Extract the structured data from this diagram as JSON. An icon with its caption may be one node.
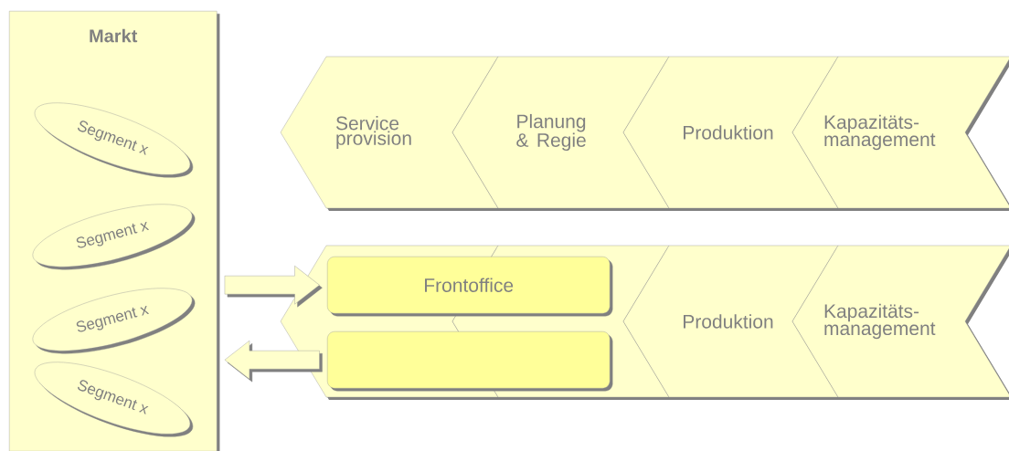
{
  "diagram": {
    "nodes": [
      {
        "text": [
          "Markt"
        ]
      },
      {
        "text": [
          "Segment x"
        ],
        "in": 0
      },
      {
        "text": [
          "Segment x"
        ],
        "in": 0
      },
      {
        "text": [
          "Segment x"
        ],
        "in": 0
      },
      {
        "text": [
          "Segment x"
        ],
        "in": 0
      },
      {
        "text": [
          "Service provision"
        ]
      },
      {
        "text": [
          "Planung & Regie"
        ]
      },
      {
        "text": [
          "Produktion"
        ]
      },
      {
        "text": [
          "Kapazitäts- management"
        ]
      },
      {
        "text": [],
        "shape": "chevron"
      },
      {
        "text": [],
        "shape": "chevron"
      },
      {
        "text": [
          "Produktion"
        ]
      },
      {
        "text": [
          "Kapazitäts- management"
        ]
      },
      {
        "text": [
          "Frontoffice"
        ]
      },
      {
        "text": [],
        "shape": "box"
      }
    ],
    "edges": [
      {
        "from": 0,
        "to": 13,
        "arrow": "to"
      },
      {
        "from": 14,
        "to": 0,
        "arrow": "to"
      }
    ]
  }
}
